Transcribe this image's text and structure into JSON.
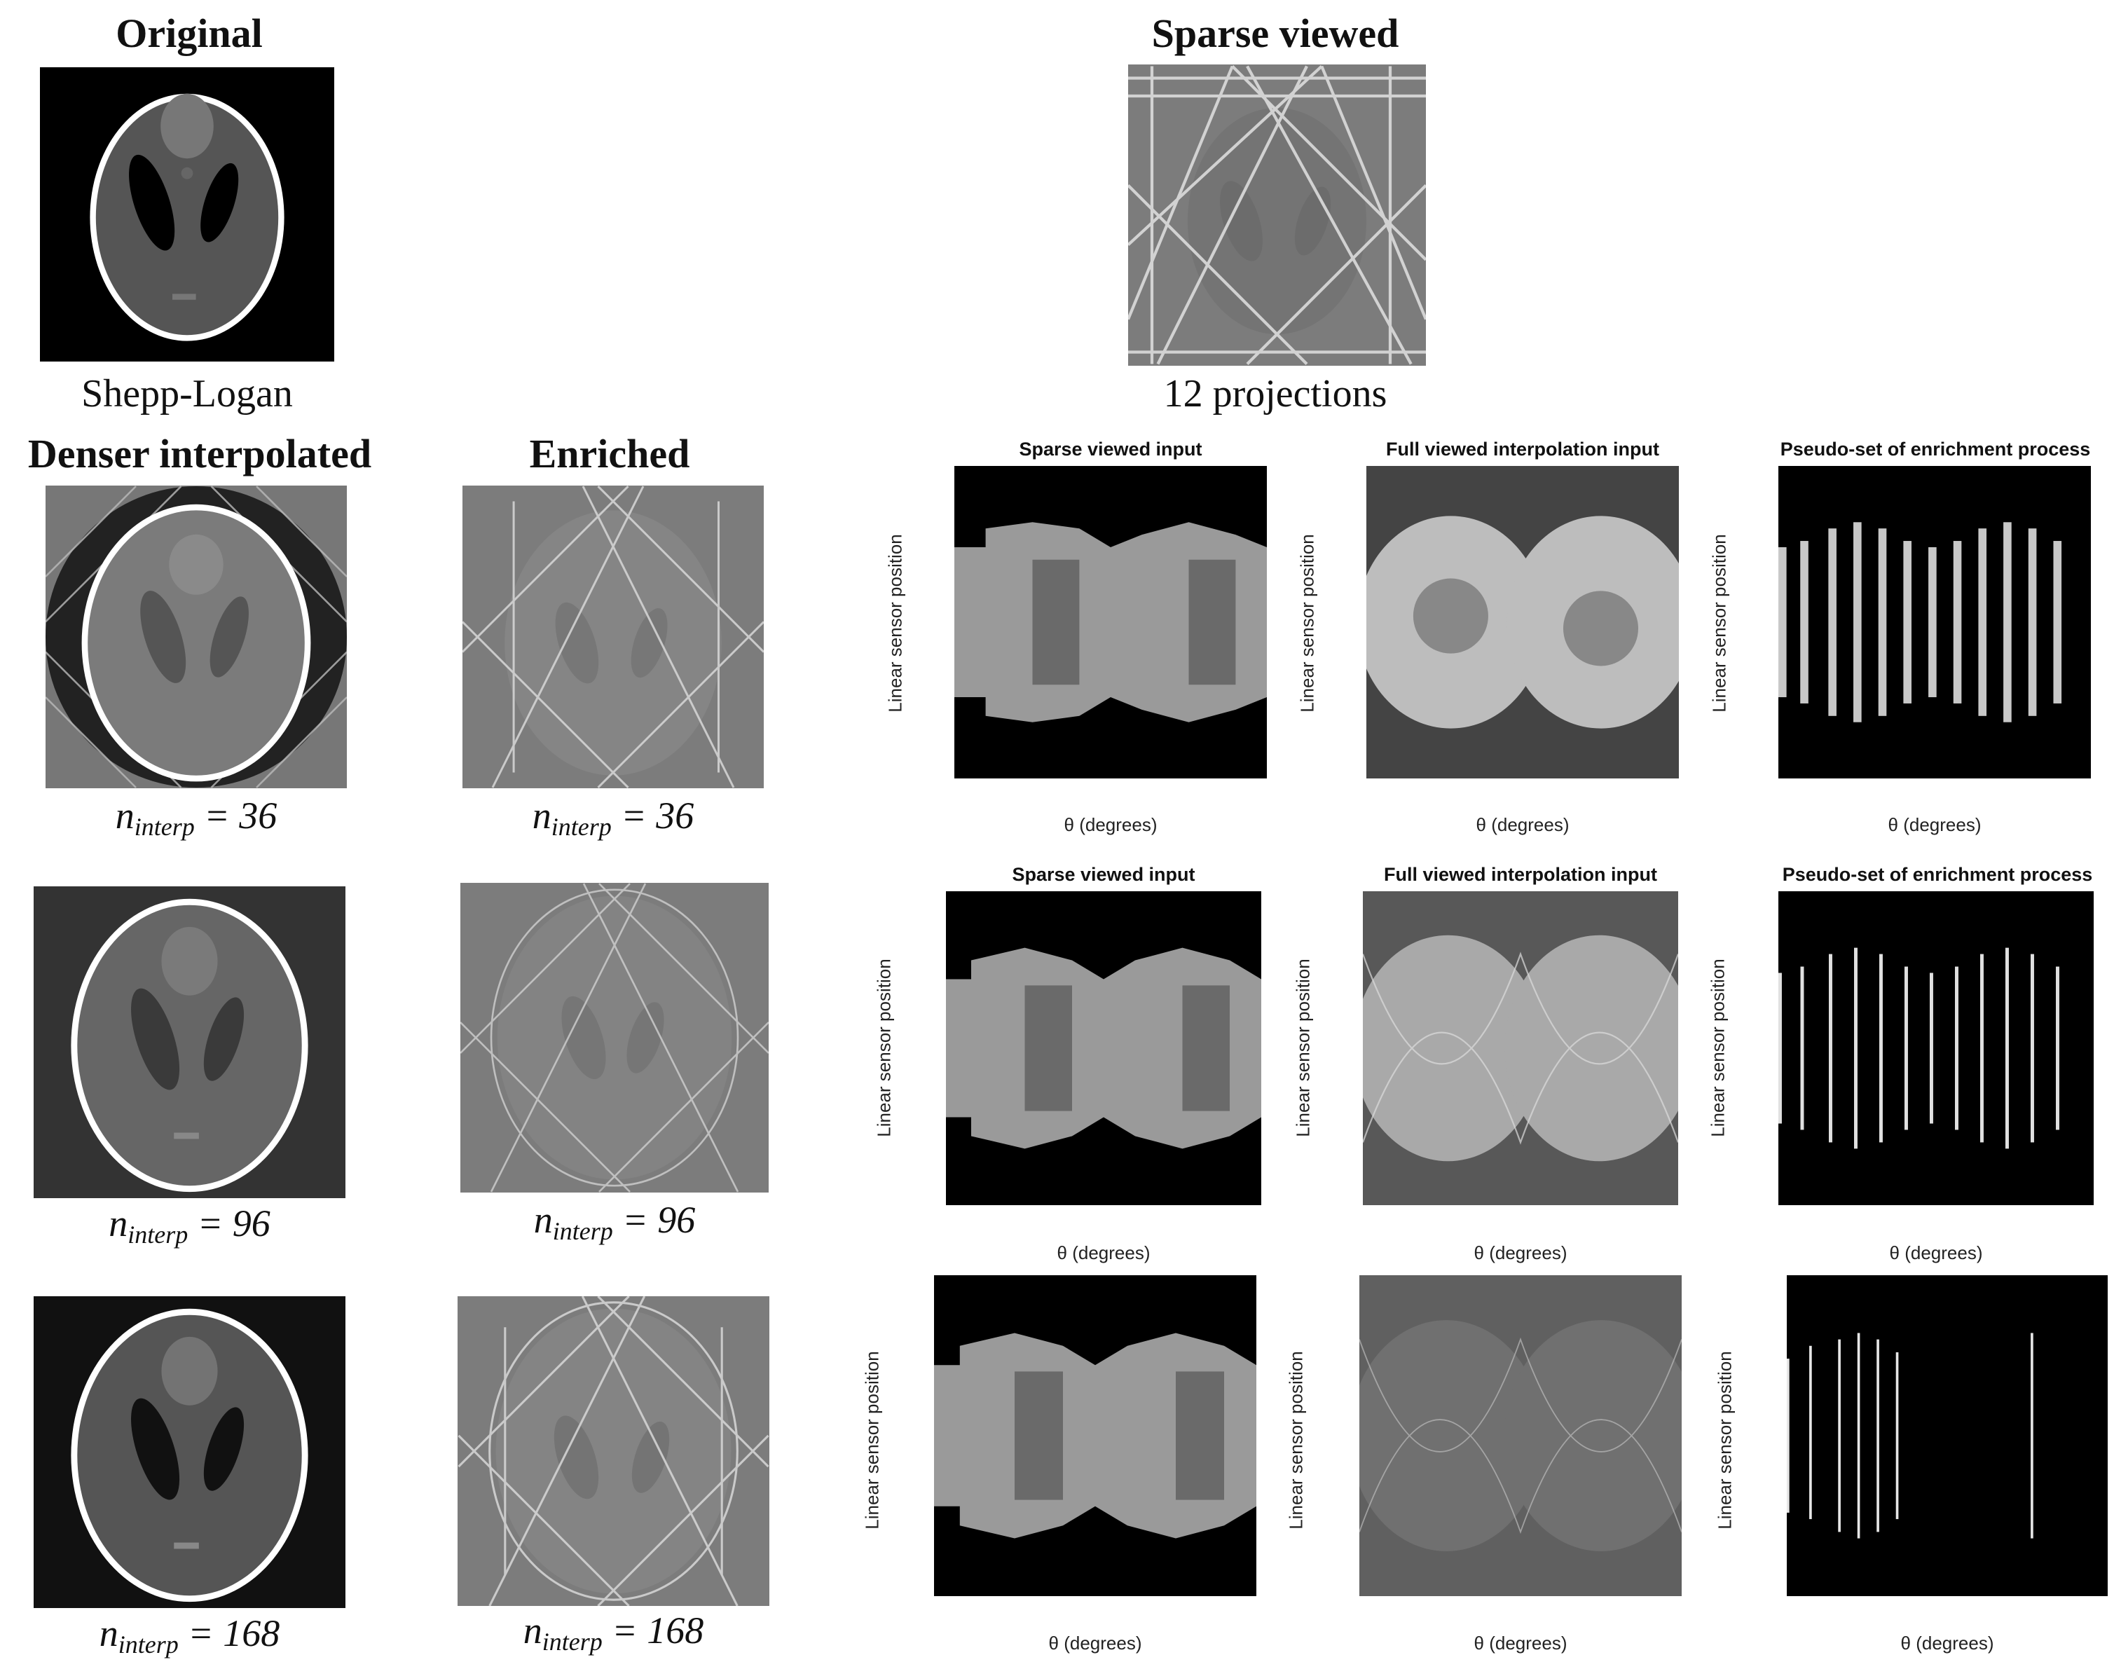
{
  "headers": {
    "original": "Original",
    "sparse_viewed": "Sparse viewed",
    "denser_interpolated": "Denser interpolated",
    "enriched": "Enriched"
  },
  "captions": {
    "shepp_logan": "Shepp-Logan",
    "projections": "12 projections"
  },
  "equations": {
    "symbol": "n",
    "subscript": "interp",
    "equals": "=",
    "rows": [
      "36",
      "96",
      "168"
    ]
  },
  "sinogram_titles": {
    "sparse_input": "Sparse viewed input",
    "full_interp_input": "Full viewed interpolation input",
    "pseudo_set": "Pseudo-set of enrichment process"
  },
  "axes": {
    "ylabel": "Linear sensor position",
    "xlabel": "θ (degrees)"
  },
  "colors": {
    "background": "#ffffff",
    "image_black": "#000000",
    "phantom_gray": "#555555",
    "recon_gray": "#7a7a7a"
  }
}
